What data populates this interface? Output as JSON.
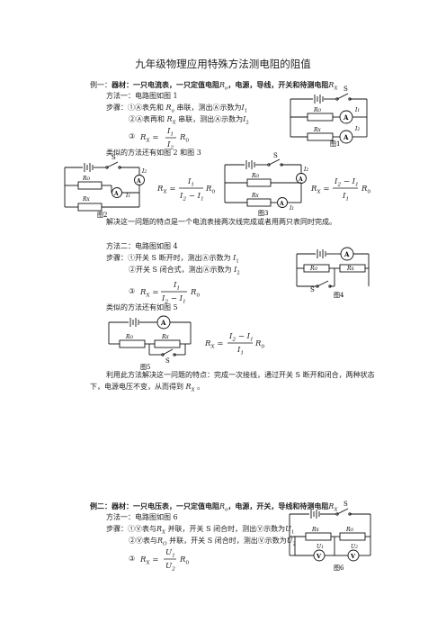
{
  "title": "九年级物理应用特殊方法测电阻的阻值",
  "ex1": {
    "heading_prefix": "例一：",
    "heading_bold": "器材：一只电流表，一只定值电阻",
    "heading_r0": "R",
    "heading_r0_sub": "o",
    "heading_rest": "，电源，导线，开关和待测电阻",
    "heading_rx": "R",
    "heading_rx_sub": "X",
    "m1_title": "方法一：电路图如图 1",
    "m1_s1_a": "步骤：①Ⓐ表先和",
    "m1_s1_b": "串联，测出Ⓐ示数为",
    "m1_s2_a": "②Ⓐ表再和",
    "m1_s2_b": "串联，测出Ⓐ示数为",
    "m1_s3": "③",
    "similar_1": "类似的方法还有如图 2 和图 3",
    "summary_1": "解决这一问题的特点是一个电流表接两次线完成或者用两只表同时完成。",
    "m2_title": "方法二：电路图如图 4",
    "m2_s1": "步骤：①开关 S 断开时，测出Ⓐ示数为",
    "m2_s2": "②开关 S 闭合式，测出Ⓐ示数为",
    "m2_s3": "③",
    "similar_2": "类似的方法还有如图 5",
    "summary_2a": "利用此方法解决这一问题的特点：完成一次接线，通过开关 S 断开和闭合，两种状态",
    "summary_2b": "下，电源电压不变，从而得到",
    "summary_2c": "。"
  },
  "ex2": {
    "heading_prefix": "例二：",
    "heading_bold": "器材：一只电压表，一只定值电阻",
    "heading_rest": "，电源，开关，导线和待测电阻",
    "m1_title": "方法一：电路图如图 6",
    "s1_a": "步骤：①Ⓥ表与",
    "s1_b": "并联，开关 S 闭合时，测出Ⓥ示数为",
    "s2_a": "②Ⓥ表与",
    "s2_b": "并联，开关 S 闭合时，测出Ⓥ示数为",
    "s3": "③"
  },
  "symbols": {
    "R": "R",
    "X": "X",
    "O": "O",
    "o": "o",
    "I": "I",
    "U": "U",
    "one": "1",
    "two": "2",
    "minus": "−",
    "eq": "=",
    "S": "S",
    "A": "A",
    "V": "V"
  },
  "figures": {
    "fig1": "图1",
    "fig2": "图2",
    "fig3": "图3",
    "fig4": "图4",
    "fig5": "图5",
    "fig6": "图6"
  }
}
